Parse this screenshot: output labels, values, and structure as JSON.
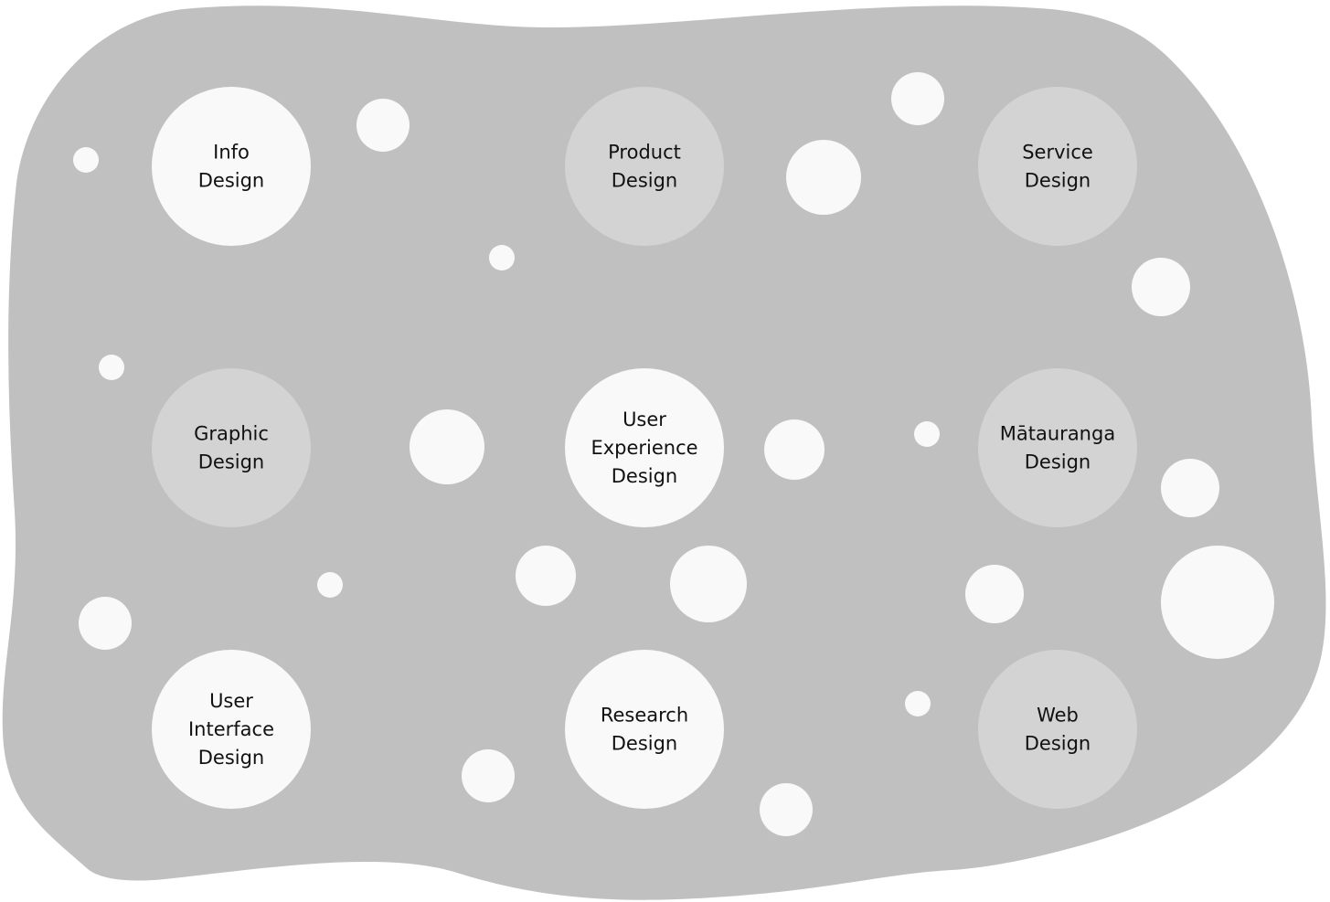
{
  "colors": {
    "background": "#ffffff",
    "blob": "#c0c0c0",
    "circle_light": "#f9f9f9",
    "circle_muted": "#d3d3d3",
    "bubble": "#f9f9f9",
    "text": "#111111"
  },
  "nodes": [
    {
      "id": "info-design",
      "lines": [
        "Info",
        "Design"
      ],
      "tone": "light"
    },
    {
      "id": "product-design",
      "lines": [
        "Product",
        "Design"
      ],
      "tone": "muted"
    },
    {
      "id": "service-design",
      "lines": [
        "Service",
        "Design"
      ],
      "tone": "muted"
    },
    {
      "id": "graphic-design",
      "lines": [
        "Graphic",
        "Design"
      ],
      "tone": "muted"
    },
    {
      "id": "user-experience-design",
      "lines": [
        "User",
        "Experience",
        "Design"
      ],
      "tone": "light"
    },
    {
      "id": "matauranga-design",
      "lines": [
        "Mātauranga",
        "Design"
      ],
      "tone": "muted"
    },
    {
      "id": "user-interface-design",
      "lines": [
        "User",
        "Interface",
        "Design"
      ],
      "tone": "light"
    },
    {
      "id": "research-design",
      "lines": [
        "Research",
        "Design"
      ],
      "tone": "light"
    },
    {
      "id": "web-design",
      "lines": [
        "Web",
        "Design"
      ],
      "tone": "muted"
    }
  ]
}
